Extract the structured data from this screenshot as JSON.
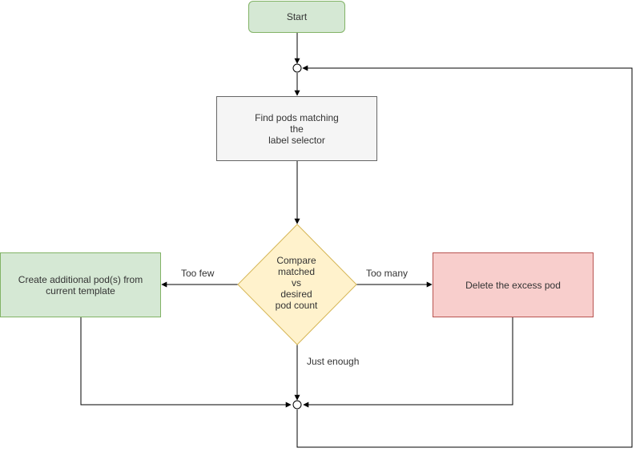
{
  "colors": {
    "start_fill": "#d5e8d4",
    "start_stroke": "#82b366",
    "process_fill": "#f5f5f5",
    "process_stroke": "#666666",
    "decision_fill": "#fff2cc",
    "decision_stroke": "#d6b656",
    "delete_fill": "#f8cecc",
    "delete_stroke": "#b85450",
    "line": "#000000"
  },
  "nodes": {
    "start": {
      "label": "Start"
    },
    "find_pods": {
      "lines": [
        "Find pods matching",
        "the",
        "label selector"
      ]
    },
    "compare": {
      "lines": [
        "Compare",
        "matched",
        "vs",
        "desired",
        "pod count"
      ]
    },
    "create_pods": {
      "lines": [
        "Create additional pod(s) from",
        "current template"
      ]
    },
    "delete_pod": {
      "label": "Delete the excess pod"
    }
  },
  "edges": {
    "too_few": "Too few",
    "too_many": "Too many",
    "just_enough": "Just enough"
  }
}
